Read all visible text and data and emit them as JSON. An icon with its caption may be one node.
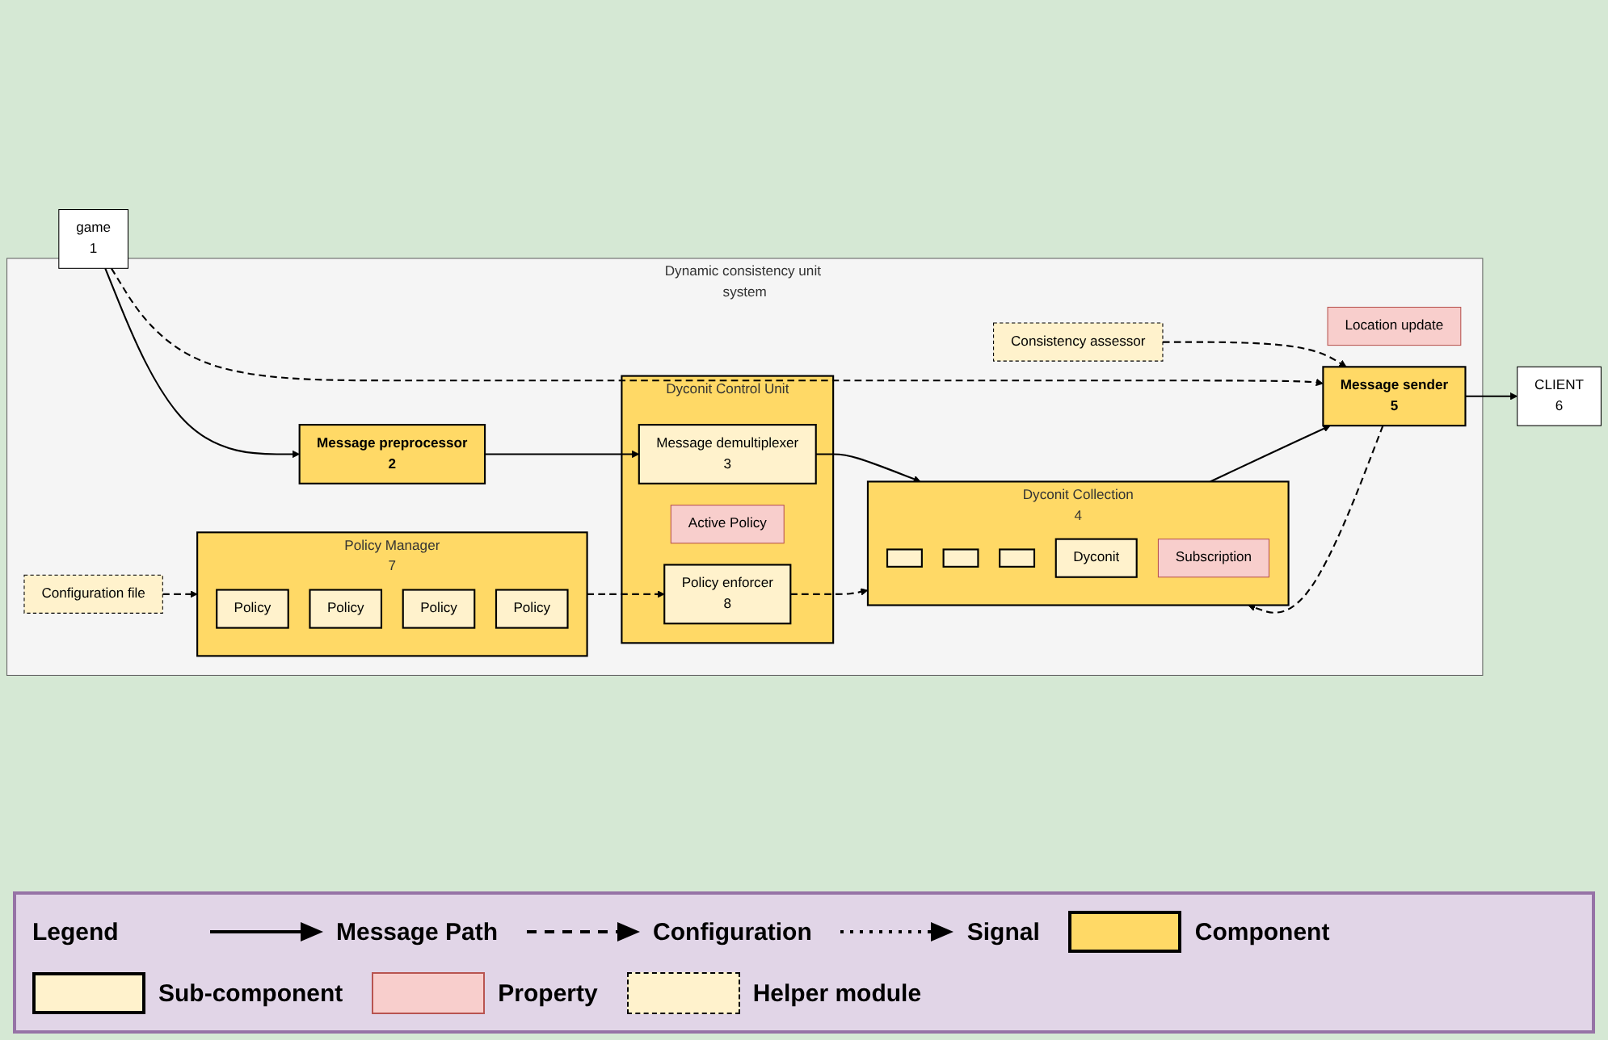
{
  "diagram": {
    "nodes": [
      {
        "text": [
          "Dynamic consistency unit system"
        ]
      },
      {
        "text": [
          "game",
          "1"
        ]
      },
      {
        "text": [
          "Location update"
        ],
        "in": 0
      },
      {
        "text": [
          "Message preprocessor",
          "2"
        ],
        "in": 0
      },
      {
        "text": [
          "Dyconit Control Unit"
        ],
        "in": 0
      },
      {
        "text": [
          "Message demultiplexer",
          "3"
        ],
        "in": 4
      },
      {
        "text": [
          "Active Policy"
        ],
        "in": 4
      },
      {
        "text": [
          "Policy enforcer",
          "8"
        ],
        "in": 4
      },
      {
        "text": [
          "Dyconit Collection",
          "4"
        ],
        "in": 0
      },
      {
        "text": [],
        "shape": "box",
        "in": 8
      },
      {
        "text": [],
        "shape": "box",
        "in": 8
      },
      {
        "text": [],
        "shape": "box",
        "in": 8
      },
      {
        "text": [
          "Dyconit"
        ],
        "in": 8
      },
      {
        "text": [
          "Subscription"
        ],
        "in": 8
      },
      {
        "text": [
          "Policy Manager",
          "7"
        ],
        "in": 0
      },
      {
        "text": [
          "Policy"
        ],
        "in": 14
      },
      {
        "text": [
          "Policy"
        ],
        "in": 14
      },
      {
        "text": [
          "Policy"
        ],
        "in": 14
      },
      {
        "text": [
          "Policy"
        ],
        "in": 14
      },
      {
        "text": [
          "Configuration file"
        ],
        "in": 0
      },
      {
        "text": [
          "Consistency assessor"
        ],
        "in": 0
      },
      {
        "text": [
          "Message sender",
          "5"
        ],
        "in": 0
      },
      {
        "text": [
          "CLIENT",
          "6"
        ]
      }
    ],
    "edges": [
      {
        "from": 1,
        "to": 3,
        "arrow": "to"
      },
      {
        "from": 3,
        "to": 5,
        "arrow": "to"
      },
      {
        "from": 5,
        "to": 8,
        "arrow": "to"
      },
      {
        "from": 14,
        "to": 7,
        "arrow": "to",
        "style": "dashed"
      },
      {
        "from": 7,
        "to": 8,
        "arrow": "to",
        "style": "dashed"
      },
      {
        "from": 19,
        "to": 14,
        "arrow": "to",
        "style": "dashed"
      },
      {
        "from": 20,
        "to": 21,
        "arrow": "to",
        "style": "dashed"
      },
      {
        "from": 8,
        "to": 21,
        "arrow": "to"
      },
      {
        "from": 21,
        "to": 8,
        "arrow": "to",
        "style": "dashed"
      },
      {
        "from": 1,
        "to": 21,
        "arrow": "to",
        "style": "dashed"
      },
      {
        "from": 21,
        "to": 22,
        "arrow": "to"
      }
    ],
    "labels": [
      "Legend"
    ],
    "legend": [
      {
        "text": "Message Path"
      },
      {
        "text": "Configuration"
      },
      {
        "text": "Signal"
      },
      {
        "text": "Component",
        "color": "#ffd966"
      },
      {
        "text": "Sub-component",
        "color": "#fff2cc"
      },
      {
        "text": "Property",
        "color": "#f8cecc"
      },
      {
        "text": "Helper module"
      }
    ]
  }
}
